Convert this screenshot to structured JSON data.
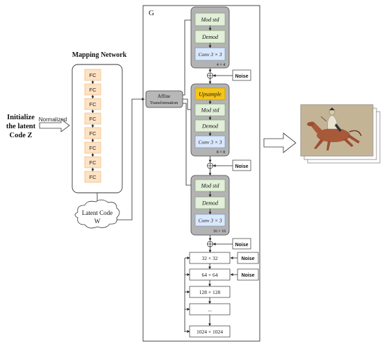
{
  "left": {
    "init_lines": [
      "Initialize",
      "the latent",
      "Code Z"
    ],
    "normalized": "Normalized",
    "mapping_title": "Mapping Network",
    "fc_label": "FC",
    "latent_lines": [
      "Latent Code",
      "W"
    ]
  },
  "affine_lines": [
    "Affine",
    "Transformation"
  ],
  "generator": {
    "label": "G",
    "block1": {
      "mod": "Mod std",
      "demod": "Demod",
      "conv": "Conv 3 × 3",
      "res": "4 × 4"
    },
    "block2": {
      "upsample": "Upsample",
      "mod": "Mod std",
      "demod": "Demod",
      "conv": "Conv 3 × 3",
      "res": "8 × 8"
    },
    "block3": {
      "mod": "Mod std",
      "demod": "Demod",
      "conv": "Conv 3 × 3",
      "res": "16 × 16"
    },
    "noise": "Noise",
    "plus": "⊕",
    "resolutions": [
      "32 × 32",
      "64 × 64",
      "128 × 128",
      "...",
      "1024 × 1024"
    ]
  },
  "colors": {
    "grey_block": "#b3b3b3",
    "green_box": "#e2efd9",
    "blue_box": "#dae8fc",
    "yellow_box": "#f5c518",
    "fc_box": "#fde2c3",
    "fc_border": "#f0b070"
  },
  "icons": [
    "arrow-right-icon",
    "cloud-icon",
    "painting-image"
  ]
}
